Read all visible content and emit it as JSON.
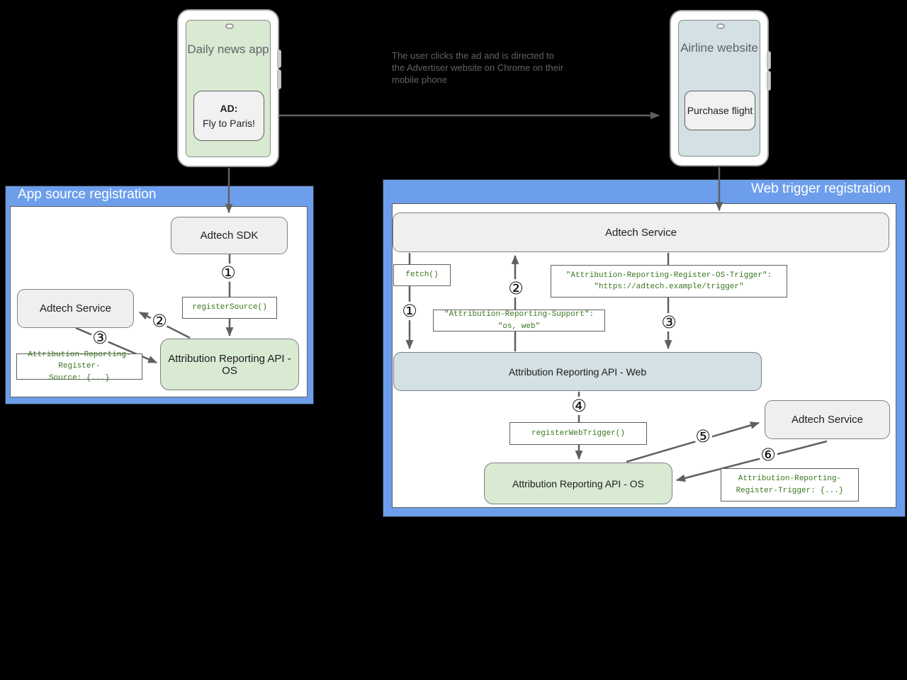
{
  "colors": {
    "panel_blue": "#6d9eeb",
    "screen_green": "#d9ead3",
    "screen_blue": "#d3e0e4",
    "node_gray": "#efefef",
    "node_green": "#d9ead3",
    "node_blue": "#d3e0e4",
    "code_green": "#38761d",
    "arrow_gray": "#5f5f5f"
  },
  "annotation": "The user clicks the ad and is directed to the Advertiser website on Chrome on their mobile phone",
  "phones": {
    "daily_news": {
      "label": "Daily news app",
      "ad_title": "AD:",
      "ad_text": "Fly to Paris!"
    },
    "airline": {
      "label": "Airline website",
      "button": "Purchase flight"
    }
  },
  "app_source": {
    "title": "App source registration",
    "adtech_sdk": "Adtech SDK",
    "register_source": "registerSource()",
    "adtech_service": "Adtech Service",
    "register_source_header_line1": "Attribution-Reporting-Register-",
    "register_source_header_line2": "Source: {...}",
    "api_os": "Attribution Reporting API - OS",
    "steps": [
      "①",
      "②",
      "③"
    ]
  },
  "web_trigger": {
    "title": "Web trigger registration",
    "adtech_service_top": "Adtech Service",
    "fetch": "fetch()",
    "os_trigger_line1": "\"Attribution-Reporting-Register-OS-Trigger\":",
    "os_trigger_line2": "\"https://adtech.example/trigger\"",
    "support_header": "\"Attribution-Reporting-Support\": \"os, web\"",
    "api_web": "Attribution Reporting API - Web",
    "register_web_trigger": "registerWebTrigger()",
    "api_os": "Attribution Reporting API - OS",
    "adtech_service_right": "Adtech Service",
    "register_trigger_line1": "Attribution-Reporting-",
    "register_trigger_line2": "Register-Trigger: {...}",
    "steps": [
      "①",
      "②",
      "③",
      "④",
      "⑤",
      "⑥"
    ]
  }
}
